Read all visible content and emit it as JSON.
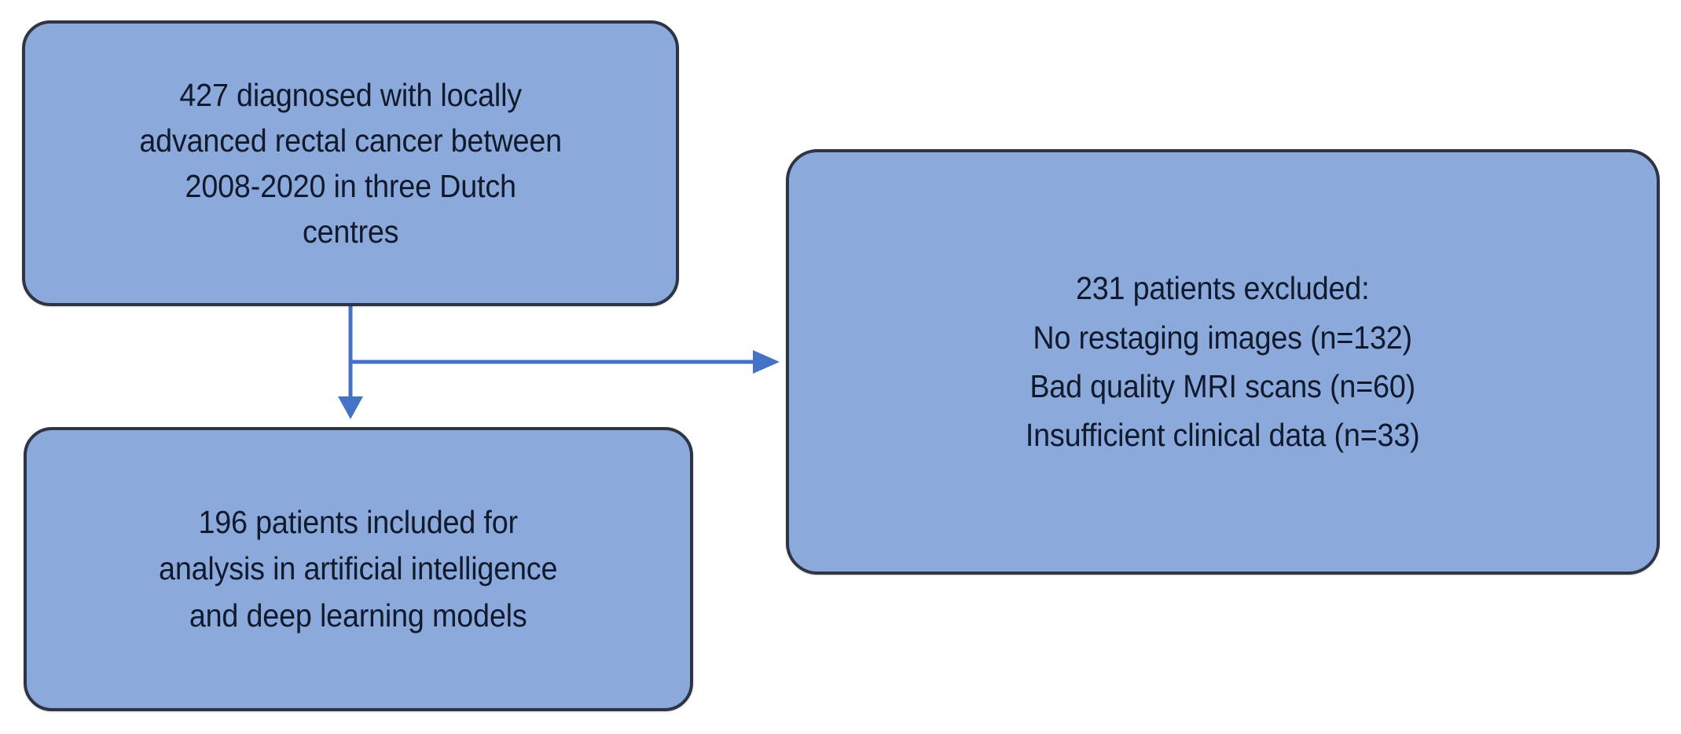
{
  "diagram": {
    "type": "patient-flow-chart",
    "title": "",
    "palette": {
      "box_fill": "#8ca9db",
      "box_border": "#2d3544",
      "text_color": "#101a2c",
      "connector": "#4472c4",
      "background": "#ffffff"
    },
    "boxes": [
      {
        "id": "source",
        "role": "eligible-cohort",
        "count": 427,
        "text": "427 diagnosed with locally\nadvanced rectal cancer between\n2008-2020 in three Dutch\ncentres",
        "lines": [
          "427 diagnosed with locally",
          "advanced rectal cancer between",
          "2008-2020 in three Dutch",
          "centres"
        ]
      },
      {
        "id": "excluded",
        "role": "excluded-cohort",
        "count": 231,
        "text": "231 patients excluded:\nNo restaging images (n=132)\nBad quality MRI scans (n=60)\nInsufficient clinical data (n=33)",
        "lines": [
          "231 patients excluded:",
          "No restaging images (n=132)",
          "Bad quality MRI scans (n=60)",
          "Insufficient clinical data (n=33)"
        ],
        "exclusion_reasons": [
          {
            "reason": "No restaging images",
            "n": 132
          },
          {
            "reason": "Bad quality MRI scans",
            "n": 60
          },
          {
            "reason": "Insufficient clinical data",
            "n": 33
          }
        ]
      },
      {
        "id": "included",
        "role": "included-cohort",
        "count": 196,
        "text": "196 patients included for\nanalysis in artificial intelligence\nand deep learning models",
        "lines": [
          "196 patients included for",
          "analysis in artificial intelligence",
          "and deep learning models"
        ]
      }
    ],
    "connectors": [
      {
        "id": "source-to-included",
        "from": "source",
        "to": "included",
        "direction": "down",
        "label": ""
      },
      {
        "id": "source-to-excluded",
        "from": "source",
        "to": "excluded",
        "direction": "right",
        "label": ""
      }
    ]
  }
}
